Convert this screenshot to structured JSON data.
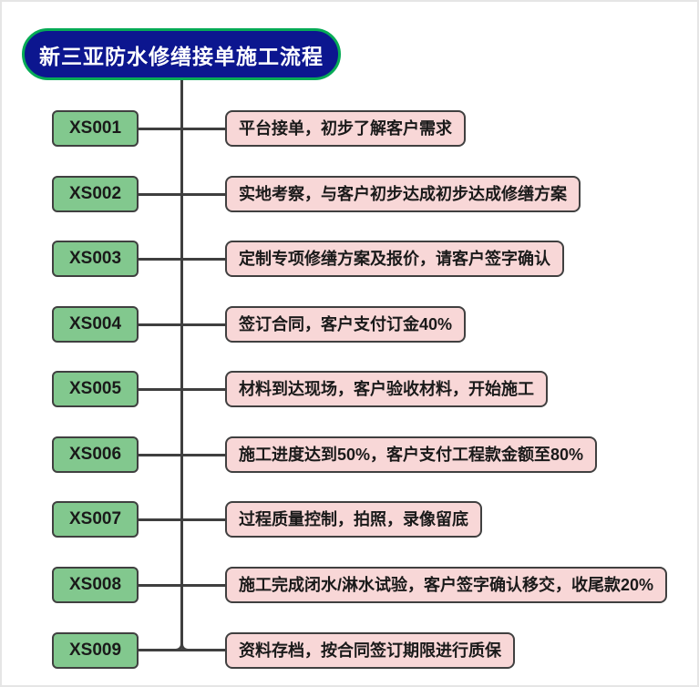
{
  "title": {
    "text": "新三亚防水修缮接单施工流程"
  },
  "style": {
    "title_bg": "#0c168f",
    "title_border": "#07ab56",
    "title_text_color": "#ffffff",
    "line_color": "#3f3f3f",
    "code_box_fill": "#82c88e",
    "code_box_border": "#404040",
    "desc_box_fill": "#f8d7d7",
    "desc_box_border": "#404040",
    "page_bg": "#ffffff"
  },
  "flow": {
    "rows": [
      {
        "code": "XS001",
        "desc": "平台接单，初步了解客户需求"
      },
      {
        "code": "XS002",
        "desc": "实地考察，与客户初步达成初步达成修缮方案"
      },
      {
        "code": "XS003",
        "desc": "定制专项修缮方案及报价，请客户签字确认"
      },
      {
        "code": "XS004",
        "desc": "签订合同，客户支付订金40%"
      },
      {
        "code": "XS005",
        "desc": "材料到达现场，客户验收材料，开始施工"
      },
      {
        "code": "XS006",
        "desc": "施工进度达到50%，客户支付工程款金额至80%"
      },
      {
        "code": "XS007",
        "desc": "过程质量控制，拍照，录像留底"
      },
      {
        "code": "XS008",
        "desc": "施工完成闭水/淋水试验，客户签字确认移交，收尾款20%"
      },
      {
        "code": "XS009",
        "desc": "资料存档，按合同签订期限进行质保"
      }
    ]
  }
}
